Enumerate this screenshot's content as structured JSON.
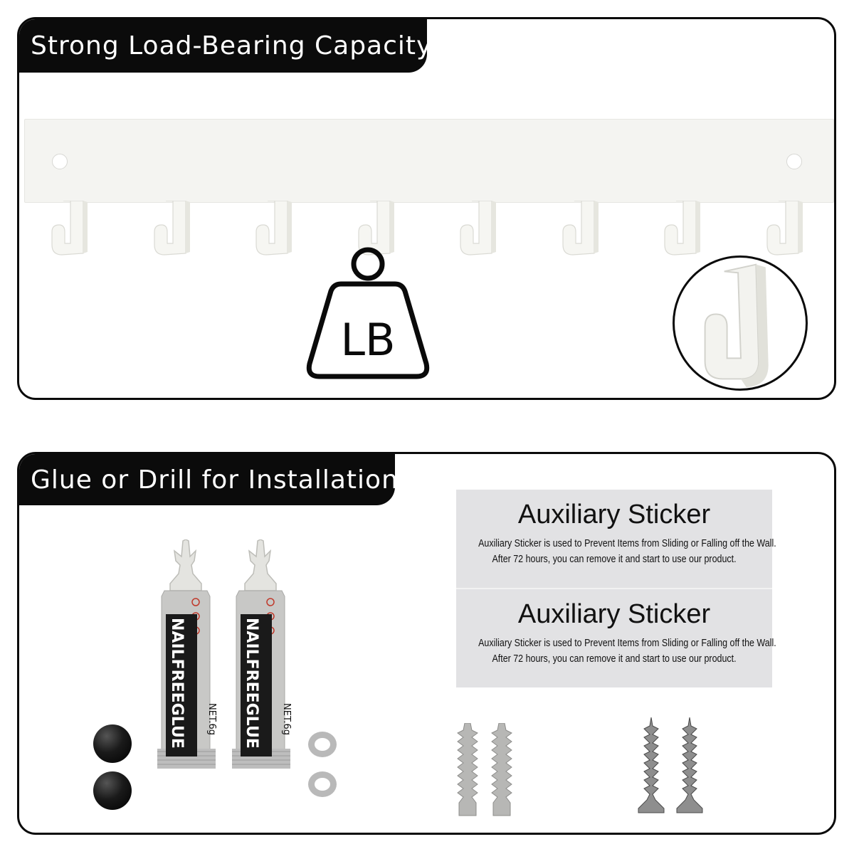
{
  "top_panel": {
    "title": "Strong Load-Bearing Capacity",
    "weight_label": "LB",
    "hook_count": 8
  },
  "bottom_panel": {
    "title": "Glue or Drill for Installation",
    "stickers": [
      {
        "title": "Auxiliary Sticker",
        "line1": "Auxiliary Sticker is used to Prevent Items from Sliding or Falling off the Wall.",
        "line2": "After 72 hours, you can remove it and start to use our product."
      },
      {
        "title": "Auxiliary Sticker",
        "line1": "Auxiliary Sticker is used to Prevent Items from Sliding or Falling off the Wall.",
        "line2": "After 72 hours, you can remove it and start to use our product."
      }
    ],
    "glue_tubes": [
      {
        "brand": "NAILFREEGLUE",
        "net": "NET.6g"
      },
      {
        "brand": "NAILFREEGLUE",
        "net": "NET.6g"
      }
    ]
  },
  "colors": {
    "frame": "#0a0a0a",
    "rack": "#f4f4f1",
    "sticker": "#e2e2e4"
  }
}
